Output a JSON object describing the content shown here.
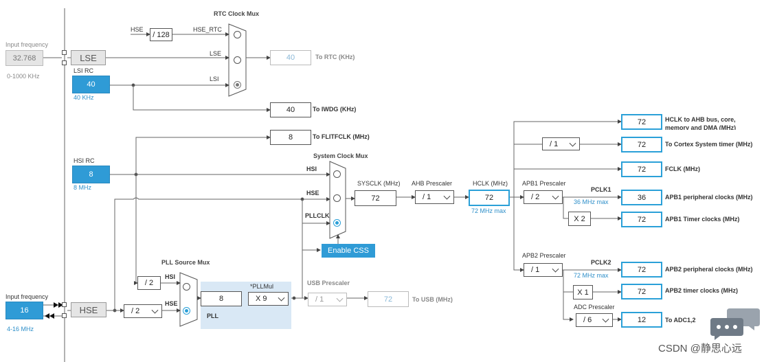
{
  "rtc_mux": {
    "title": "RTC Clock Mux",
    "hse": "HSE",
    "div": "/ 128",
    "hse_rtc": "HSE_RTC",
    "lse": "LSE",
    "lsi": "LSI"
  },
  "lse_input": {
    "label": "Input frequency",
    "value": "32.768",
    "range": "0-1000 KHz",
    "block": "LSE"
  },
  "lsi": {
    "label": "LSI RC",
    "value": "40",
    "unit": "40 KHz"
  },
  "rtc_out": {
    "value": "40",
    "label": "To RTC (KHz)"
  },
  "iwdg": {
    "value": "40",
    "label": "To IWDG (KHz)"
  },
  "flitf": {
    "value": "8",
    "label": "To FLITFCLK (MHz)"
  },
  "hsi": {
    "label": "HSI RC",
    "value": "8",
    "unit": "8 MHz"
  },
  "sys_mux": {
    "title": "System Clock Mux",
    "hsi": "HSI",
    "hse": "HSE",
    "pllclk": "PLLCLK"
  },
  "enable_css": "Enable CSS",
  "sysclk": {
    "label": "SYSCLK (MHz)",
    "value": "72"
  },
  "ahb": {
    "label": "AHB Prescaler",
    "value": "/ 1"
  },
  "hclk": {
    "label": "HCLK (MHz)",
    "value": "72",
    "max": "72 MHz max"
  },
  "apb1": {
    "label": "APB1 Prescaler",
    "value": "/ 2",
    "pclk": "PCLK1",
    "max": "36 MHz max",
    "mult": "X 2"
  },
  "apb2": {
    "label": "APB2 Prescaler",
    "value": "/ 1",
    "pclk": "PCLK2",
    "max": "72 MHz max",
    "mult": "X 1"
  },
  "adc": {
    "label": "ADC Prescaler",
    "value": "/ 6"
  },
  "cortex_div": "/ 1",
  "outputs": [
    {
      "value": "72",
      "label": "HCLK to AHB bus, core,",
      "label2": "memory and DMA (MHz)"
    },
    {
      "value": "72",
      "label": "To Cortex System timer (MHz)"
    },
    {
      "value": "72",
      "label": "FCLK (MHz)"
    },
    {
      "value": "36",
      "label": "APB1 peripheral clocks (MHz)"
    },
    {
      "value": "72",
      "label": "APB1 Timer clocks (MHz)"
    },
    {
      "value": "72",
      "label": "APB2 peripheral clocks (MHz)"
    },
    {
      "value": "72",
      "label": "APB2 timer clocks (MHz)"
    },
    {
      "value": "12",
      "label": "To ADC1,2"
    }
  ],
  "pll_mux": {
    "title": "PLL Source Mux",
    "hsi": "HSI",
    "hse": "HSE",
    "div2": "/ 2"
  },
  "hse_input": {
    "label": "Input frequency",
    "value": "16",
    "range": "4-16 MHz",
    "block": "HSE",
    "div": "/ 2"
  },
  "pll": {
    "value": "8",
    "mul_label": "*PLLMul",
    "mul": "X 9",
    "label": "PLL"
  },
  "usb": {
    "label": "USB Prescaler",
    "div": "/ 1",
    "value": "72",
    "out": "To USB (MHz)"
  },
  "watermark": "CSDN @静思心远",
  "colors": {
    "accent": "#2f9bd6",
    "border": "#2aa0d8",
    "pll_bg": "#d9e8f5"
  }
}
